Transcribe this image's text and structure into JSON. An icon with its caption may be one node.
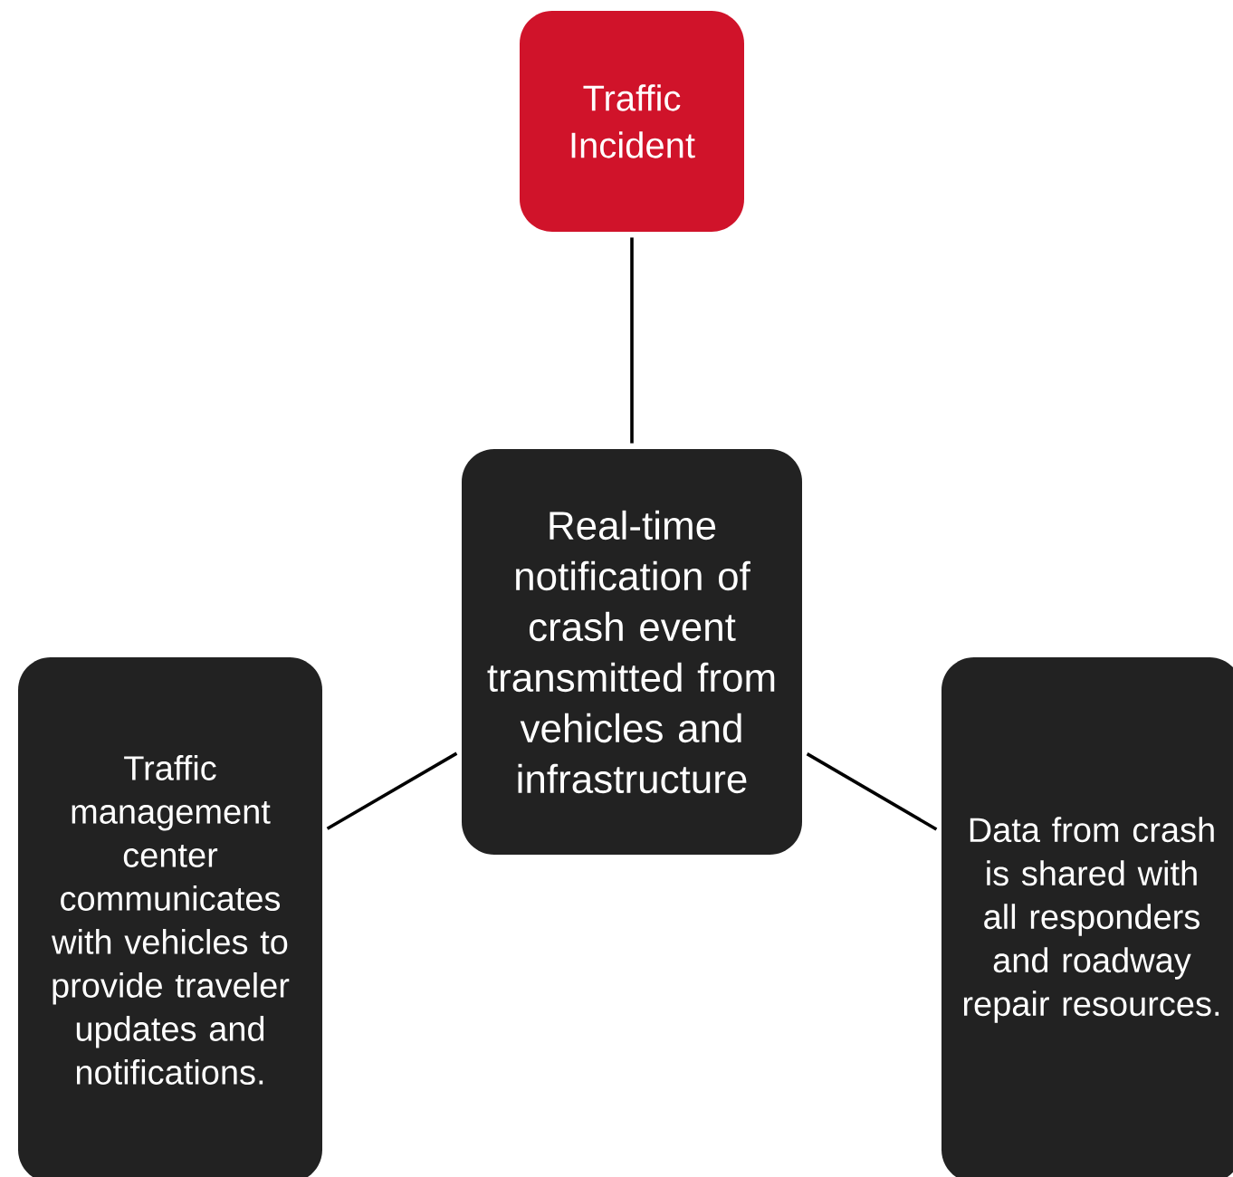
{
  "diagram": {
    "nodes": [
      {
        "text": [
          "Traffic Incident"
        ]
      },
      {
        "text": [
          "Real-time notification of crash event transmitted from vehicles and infrastructure"
        ]
      },
      {
        "text": [
          "Traffic management center communicates with vehicles to provide traveler updates and notifications."
        ]
      },
      {
        "text": [
          "Data from crash is shared with all responders and roadway repair resources."
        ]
      }
    ],
    "edges": [
      {
        "from": 0,
        "to": 1,
        "arrow": "none"
      },
      {
        "from": 1,
        "to": 2,
        "arrow": "none"
      },
      {
        "from": 1,
        "to": 3,
        "arrow": "none"
      }
    ]
  }
}
